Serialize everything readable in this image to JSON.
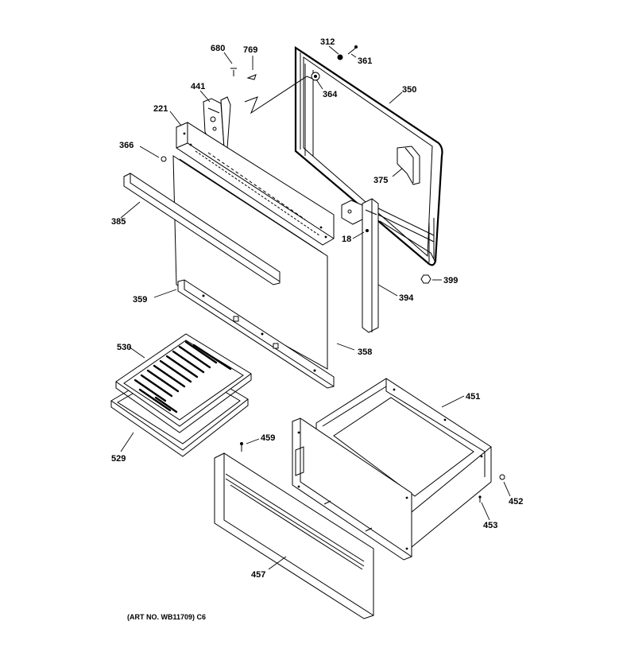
{
  "labels": {
    "p680": "680",
    "p769": "769",
    "p312": "312",
    "p361": "361",
    "p441": "441",
    "p364": "364",
    "p350": "350",
    "p221": "221",
    "p366": "366",
    "p375": "375",
    "p385": "385",
    "p18": "18",
    "p399": "399",
    "p359": "359",
    "p394": "394",
    "p358": "358",
    "p530": "530",
    "p451": "451",
    "p459": "459",
    "p529": "529",
    "p452": "452",
    "p453": "453",
    "p457": "457"
  },
  "art_number": "(ART NO. WB11709) C6"
}
